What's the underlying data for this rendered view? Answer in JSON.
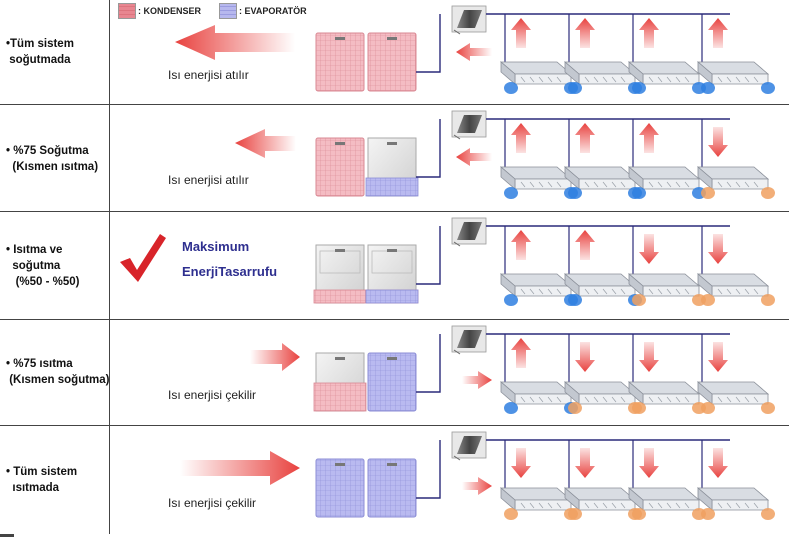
{
  "legend": {
    "condenser_label": ": KONDENSER",
    "evaporator_label": ": EVAPORATÖR",
    "condenser_color": "#f3b9c0",
    "evaporator_color": "#b7b8ee"
  },
  "colors": {
    "heat_arrow": "#e8423f",
    "cool_air": "#2f7fe0",
    "warm_air": "#f0a060",
    "pipe": "#2a2a7a",
    "check": "#d8242a"
  },
  "rows": [
    {
      "id": "full-cooling",
      "label": "•Tüm sistem\n soğutmada",
      "note": "Isı enerjisi atılır",
      "outdoor": [
        "condenser",
        "condenser"
      ],
      "indoor": [
        "cool",
        "cool",
        "cool",
        "cool"
      ]
    },
    {
      "id": "partial-cooling",
      "label": "• %75 Soğutma\n  (Kısmen ısıtma)",
      "note": "Isı enerjisi atılır",
      "outdoor": [
        "condenser",
        "evaporator"
      ],
      "indoor": [
        "cool",
        "cool",
        "cool",
        "warm"
      ]
    },
    {
      "id": "balanced",
      "label": "• Isıtma ve\n  soğutma\n   (%50 - %50)",
      "note": "",
      "outdoor": [
        "balanced",
        "balanced"
      ],
      "indoor": [
        "cool",
        "cool",
        "warm",
        "warm"
      ]
    },
    {
      "id": "partial-heating",
      "label": "• %75 ısıtma\n (Kısmen soğutma)",
      "note": "Isı enerjisi çekilir",
      "outdoor": [
        "condenser",
        "evaporator"
      ],
      "indoor": [
        "cool",
        "warm",
        "warm",
        "warm"
      ]
    },
    {
      "id": "full-heating",
      "label": "• Tüm sistem\n  ısıtmada",
      "note": "Isı enerjisi çekilir",
      "outdoor": [
        "evaporator",
        "evaporator"
      ],
      "indoor": [
        "warm",
        "warm",
        "warm",
        "warm"
      ]
    }
  ],
  "saving": {
    "line1": "Maksimum",
    "line2": "EnerjiTasarrufu"
  }
}
